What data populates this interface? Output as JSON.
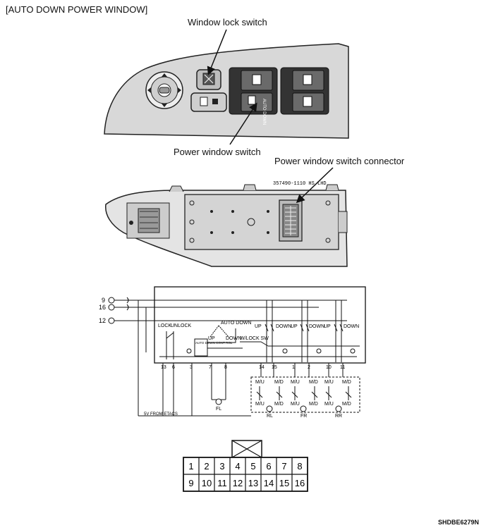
{
  "title": "[AUTO DOWN POWER WINDOW]",
  "callouts": {
    "window_lock_switch": "Window lock switch",
    "power_window_switch": "Power window switch",
    "power_window_switch_connector": "Power window switch connector"
  },
  "switch_face": {
    "auto_down_label": "AUTO DOWN"
  },
  "part_number": "357490-1110 HS LHD",
  "circuit": {
    "left_terminals": [
      "9",
      "16",
      "12"
    ],
    "lock_label": "LOCK",
    "unlock_label": "UNLOCK",
    "auto_down_label": "AUTO DOWN",
    "up_label": "UP",
    "down_label": "DOWN",
    "auto_down_cont_label": "AUTO DOWN CONT ROL",
    "wlock_label": "W/LOCK SW",
    "bottom_pins": [
      "13",
      "6",
      "3",
      "7",
      "8",
      "14",
      "15",
      "1",
      "2",
      "10",
      "11"
    ],
    "motor_labels": {
      "mu": "M/U",
      "md": "M/D"
    },
    "fl_label": "FL",
    "rl_label": "RL",
    "fr_label": "FR",
    "rr_label": "RR",
    "etacs_label": "5V FROM ETACS"
  },
  "connector": {
    "row1": [
      "1",
      "2",
      "3",
      "4",
      "5",
      "6",
      "7",
      "8"
    ],
    "row2": [
      "9",
      "10",
      "11",
      "12",
      "13",
      "14",
      "15",
      "16"
    ]
  },
  "image_code": "SHDBE6279N"
}
